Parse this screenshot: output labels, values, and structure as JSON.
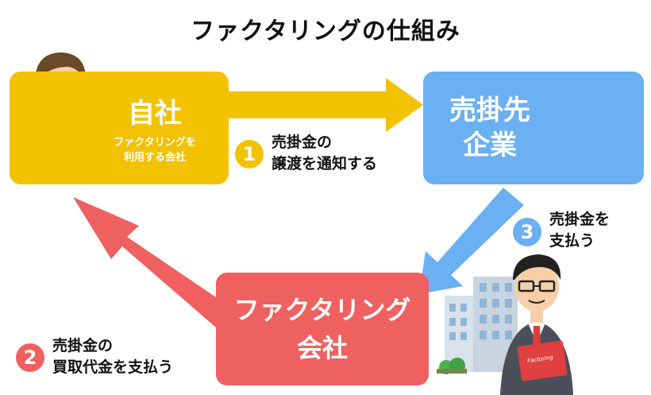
{
  "title": "ファクタリングの仕組み",
  "nodes": {
    "self": {
      "name": "自社",
      "subtitle": "ファクタリングを\n利用する会社"
    },
    "client": {
      "name": "売掛先\n企業"
    },
    "factoring": {
      "name": "ファクタリング\n会社"
    }
  },
  "steps": [
    {
      "number": "1",
      "text": "売掛金の\n譲渡を通知する"
    },
    {
      "number": "2",
      "text": "売掛金の\n買取代金を支払う"
    },
    {
      "number": "3",
      "text": "売掛金を\n支払う"
    }
  ],
  "building_label": "Factoring",
  "colors": {
    "self": "#f2c200",
    "client": "#6ab0f2",
    "factoring": "#ef6160"
  }
}
